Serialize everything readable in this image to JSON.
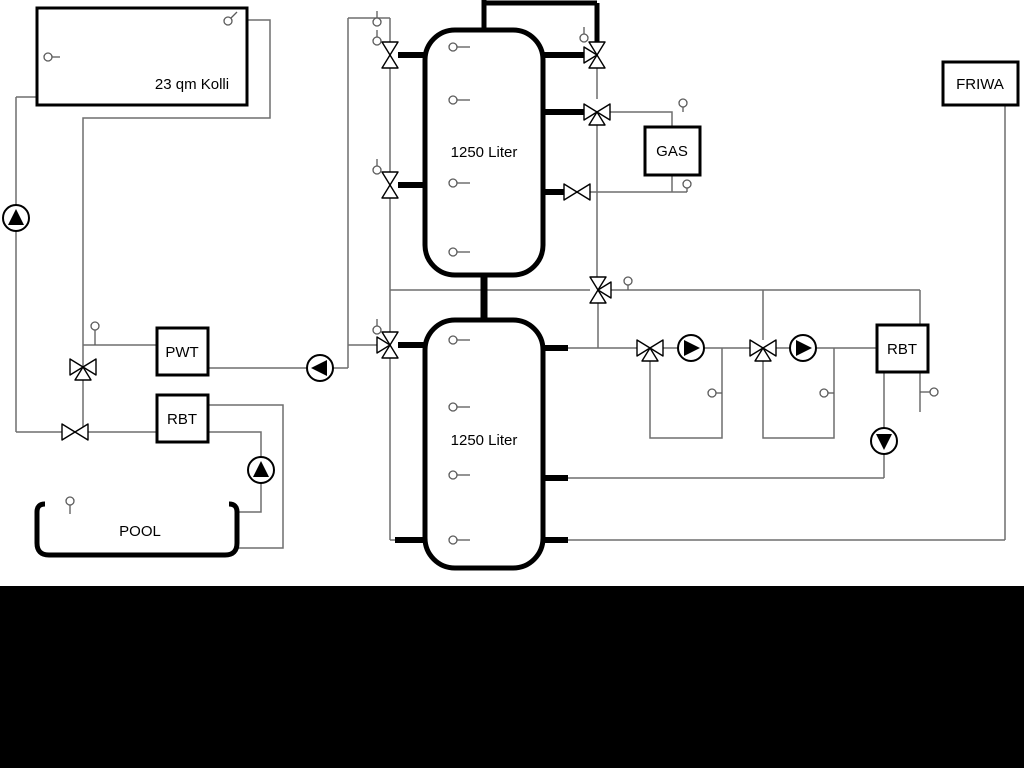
{
  "labels": {
    "collector": "23 qm Kolli",
    "tank_top": "1250 Liter",
    "tank_bottom": "1250 Liter",
    "gas": "GAS",
    "friwa": "FRIWA",
    "pwt": "PWT",
    "rbt_left": "RBT",
    "rbt_right": "RBT",
    "pool": "POOL"
  },
  "colors": {
    "background": "#ffffff",
    "pipe_gray": "#6e6e6e",
    "component_outline": "#000000",
    "letterbox": "#000000"
  }
}
